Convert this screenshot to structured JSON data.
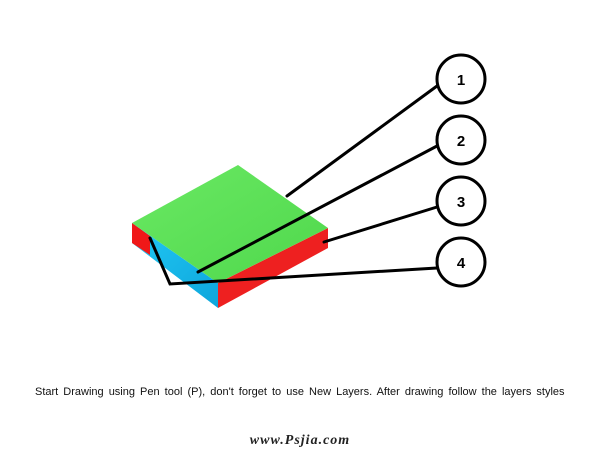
{
  "diagram": {
    "callouts": [
      {
        "number": "1",
        "target": "top-face"
      },
      {
        "number": "2",
        "target": "inner-left-face"
      },
      {
        "number": "3",
        "target": "right-side-face"
      },
      {
        "number": "4",
        "target": "front-face"
      }
    ],
    "faces": {
      "top_color": "#5fe25a",
      "right_side_color": "#ee2020",
      "left_side_color": "#f01818",
      "inner_color": "#19b9ec"
    }
  },
  "caption": {
    "text": "Start Drawing using Pen tool (P),  don't forget to use New Layers. After drawing follow  the  layers styles"
  },
  "watermark": {
    "text": "www.Psjia.com"
  }
}
